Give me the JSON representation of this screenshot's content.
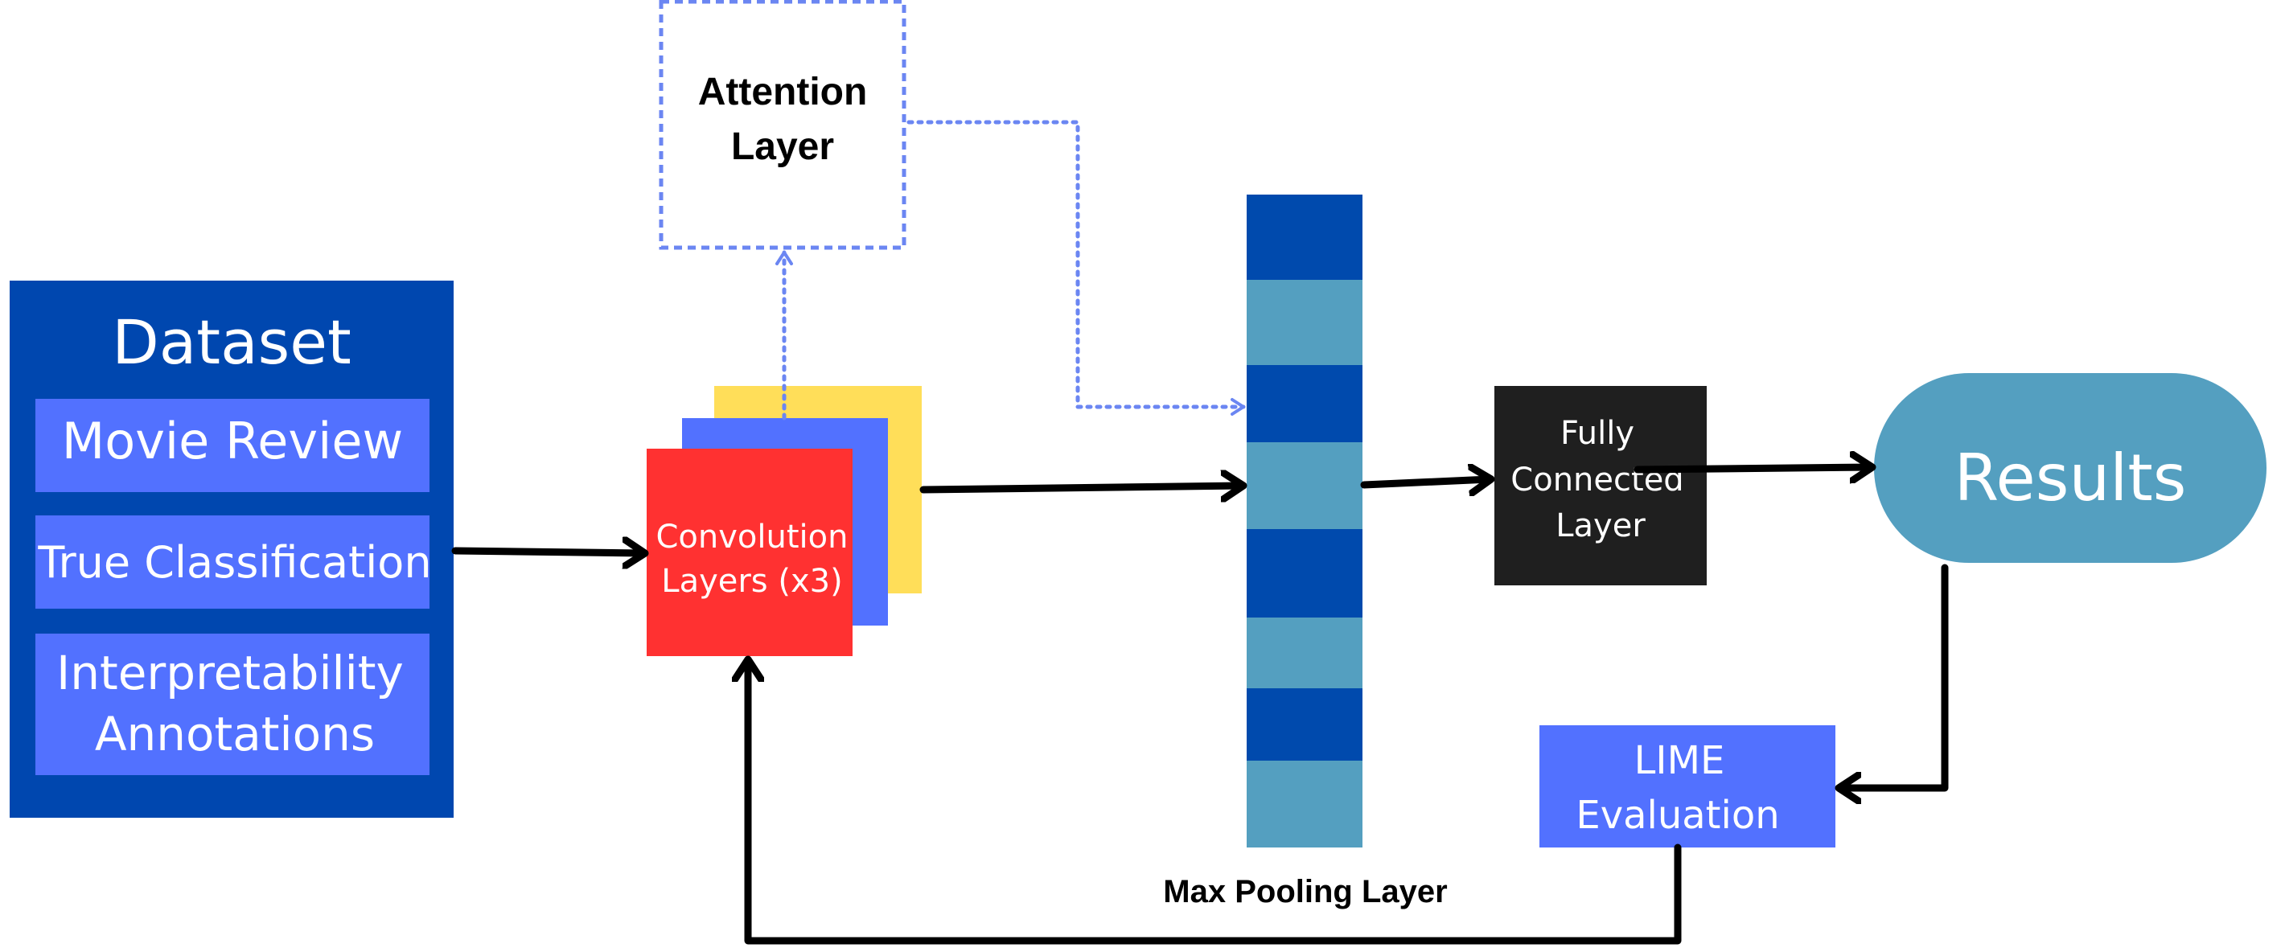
{
  "colors": {
    "dataset_bg": "#0047AF",
    "dataset_item_bg": "#5271FF",
    "conv_red": "#FF3131",
    "conv_blue": "#5271FF",
    "conv_yellow": "#FFDE59",
    "pool_dark": "#004AAD",
    "pool_light": "#549FC0",
    "fc_bg": "#1F1F1F",
    "results_bg": "#549FC0",
    "lime_bg": "#5271FF",
    "attention_border": "#6B86F2",
    "arrow": "#000000"
  },
  "dataset": {
    "title": "Dataset",
    "items": [
      {
        "lines": [
          "Movie Review"
        ]
      },
      {
        "lines": [
          "True Classification"
        ]
      },
      {
        "lines": [
          "Interpretability",
          "Annotations"
        ]
      }
    ]
  },
  "convolution": {
    "lines": [
      "Convolution",
      "Layers (x3)"
    ]
  },
  "attention": {
    "lines": [
      "Attention",
      "Layer"
    ]
  },
  "max_pooling": {
    "label": "Max Pooling Layer"
  },
  "fully_connected": {
    "lines": [
      "Fully",
      "Connected",
      "Layer"
    ]
  },
  "results": {
    "label": "Results"
  },
  "lime": {
    "lines": [
      "LIME",
      "Evaluation"
    ]
  }
}
